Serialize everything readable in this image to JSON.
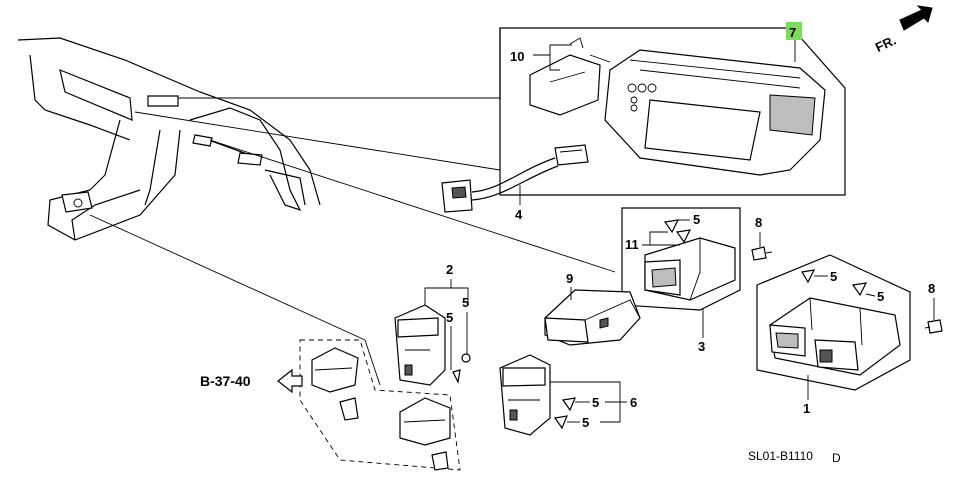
{
  "diagram": {
    "orientation_label": "FR.",
    "reference_label": "B-37-40",
    "drawing_code": "SL01-B1110",
    "drawing_revision": "D",
    "highlight_color": "#7bdc5a",
    "callouts": {
      "c7": "7",
      "c10": "10",
      "c4": "4",
      "c8a": "8",
      "c5a": "5",
      "c11": "11",
      "c9": "9",
      "c3": "3",
      "c8b": "8",
      "c5b": "5",
      "c5c": "5",
      "c1": "1",
      "c2": "2",
      "c5d": "5",
      "c5e": "5",
      "c6": "6",
      "c5f": "5",
      "c5g": "5"
    }
  }
}
